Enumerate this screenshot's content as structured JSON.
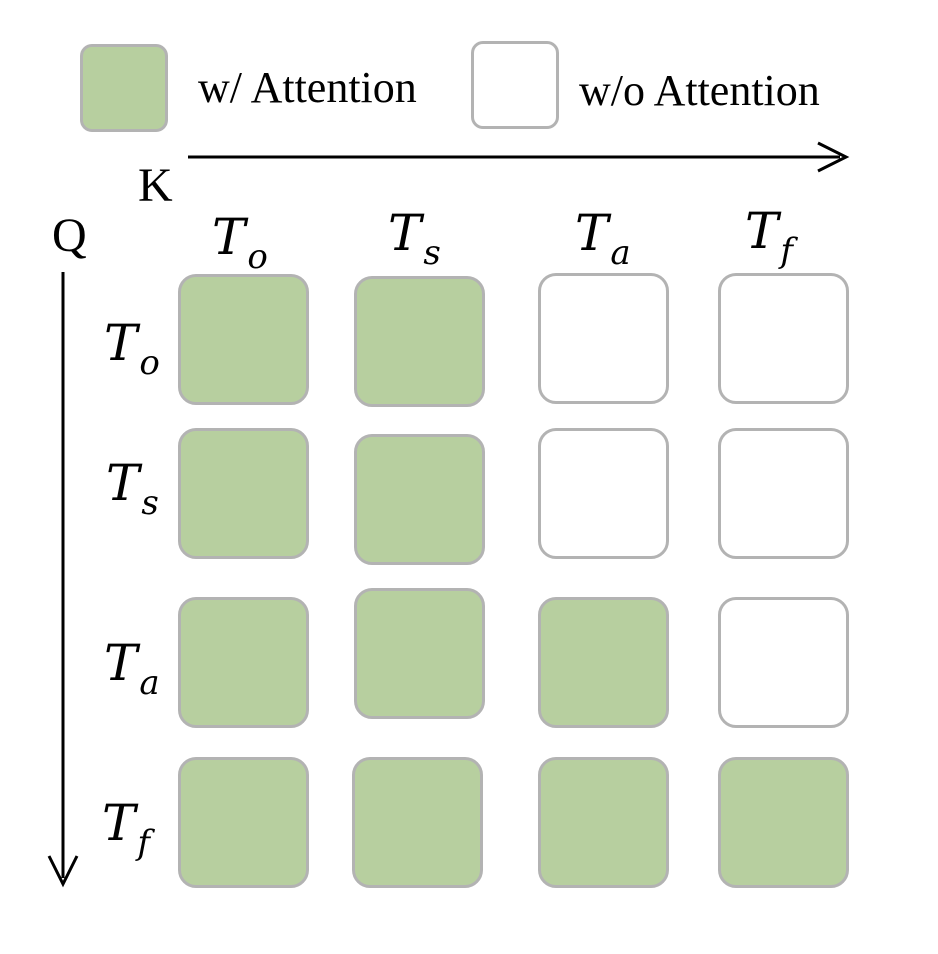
{
  "legend": {
    "with_label": "w/ Attention",
    "without_label": "w/o Attention",
    "with_color": "#b7cf9f",
    "without_color": "#ffffff",
    "border_color": "#b3b3b3"
  },
  "axes": {
    "key_label": "K",
    "query_label": "Q"
  },
  "tokens": [
    {
      "base": "T",
      "sub": "o"
    },
    {
      "base": "T",
      "sub": "s"
    },
    {
      "base": "T",
      "sub": "a"
    },
    {
      "base": "T",
      "sub": "f"
    }
  ],
  "attention_mask": [
    [
      true,
      true,
      false,
      false
    ],
    [
      true,
      true,
      false,
      false
    ],
    [
      true,
      true,
      true,
      false
    ],
    [
      true,
      true,
      true,
      true
    ]
  ]
}
